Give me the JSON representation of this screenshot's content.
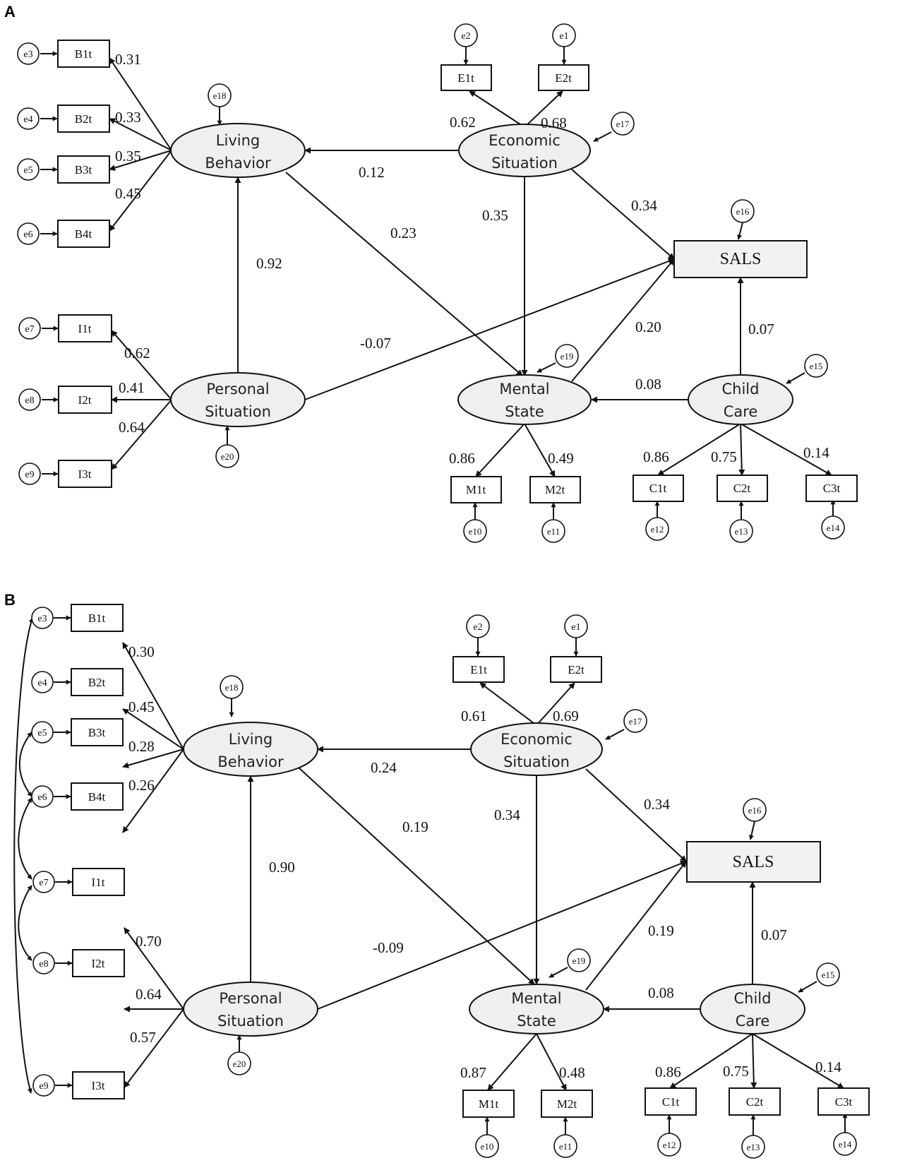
{
  "panel_labels": {
    "A": "A",
    "B": "B"
  },
  "node_labels": {
    "B1t": "B1t",
    "B2t": "B2t",
    "B3t": "B3t",
    "B4t": "B4t",
    "I1t": "I1t",
    "I2t": "I2t",
    "I3t": "I3t",
    "E1t": "E1t",
    "E2t": "E2t",
    "M1t": "M1t",
    "M2t": "M2t",
    "C1t": "C1t",
    "C2t": "C2t",
    "C3t": "C3t",
    "SALS": "SALS",
    "living_1": "Living",
    "living_2": "Behavior",
    "personal_1": "Personal",
    "personal_2": "Situation",
    "economic_1": "Economic",
    "economic_2": "Situation",
    "mental_1": "Mental",
    "mental_2": "State",
    "child_1": "Child",
    "child_2": "Care"
  },
  "error_labels": {
    "e1": "e1",
    "e2": "e2",
    "e3": "e3",
    "e4": "e4",
    "e5": "e5",
    "e6": "e6",
    "e7": "e7",
    "e8": "e8",
    "e9": "e9",
    "e10": "e10",
    "e11": "e11",
    "e12": "e12",
    "e13": "e13",
    "e14": "e14",
    "e15": "e15",
    "e16": "e16",
    "e17": "e17",
    "e18": "e18",
    "e19": "e19",
    "e20": "e20"
  },
  "panel_a": {
    "B1t": "0.31",
    "B2t": "0.33",
    "B3t": "0.35",
    "B4t": "0.45",
    "I1t": "0.62",
    "I2t": "0.41",
    "I3t": "0.64",
    "E1t": "0.62",
    "E2t": "0.68",
    "econ_living": "0.12",
    "econ_mental": "0.35",
    "econ_sals": "0.34",
    "living_mental": "0.23",
    "personal_living": "0.92",
    "personal_sals": "-0.07",
    "mental_sals": "0.20",
    "child_sals": "0.07",
    "child_mental": "0.08",
    "M1t": "0.86",
    "M2t": "0.49",
    "C1t": "0.86",
    "C2t": "0.75",
    "C3t": "0.14"
  },
  "panel_b": {
    "B1t": "0.30",
    "B2t": "0.45",
    "B3t": "0.28",
    "B4t": "0.26",
    "I1t": "0.70",
    "I2t": "0.64",
    "I3t": "0.57",
    "E1t": "0.61",
    "E2t": "0.69",
    "econ_living": "0.24",
    "econ_mental": "0.34",
    "econ_sals": "0.34",
    "living_mental": "0.19",
    "personal_living": "0.90",
    "personal_sals": "-0.09",
    "mental_sals": "0.19",
    "child_sals": "0.07",
    "child_mental": "0.08",
    "M1t": "0.87",
    "M2t": "0.48",
    "C1t": "0.86",
    "C2t": "0.75",
    "C3t": "0.14"
  }
}
